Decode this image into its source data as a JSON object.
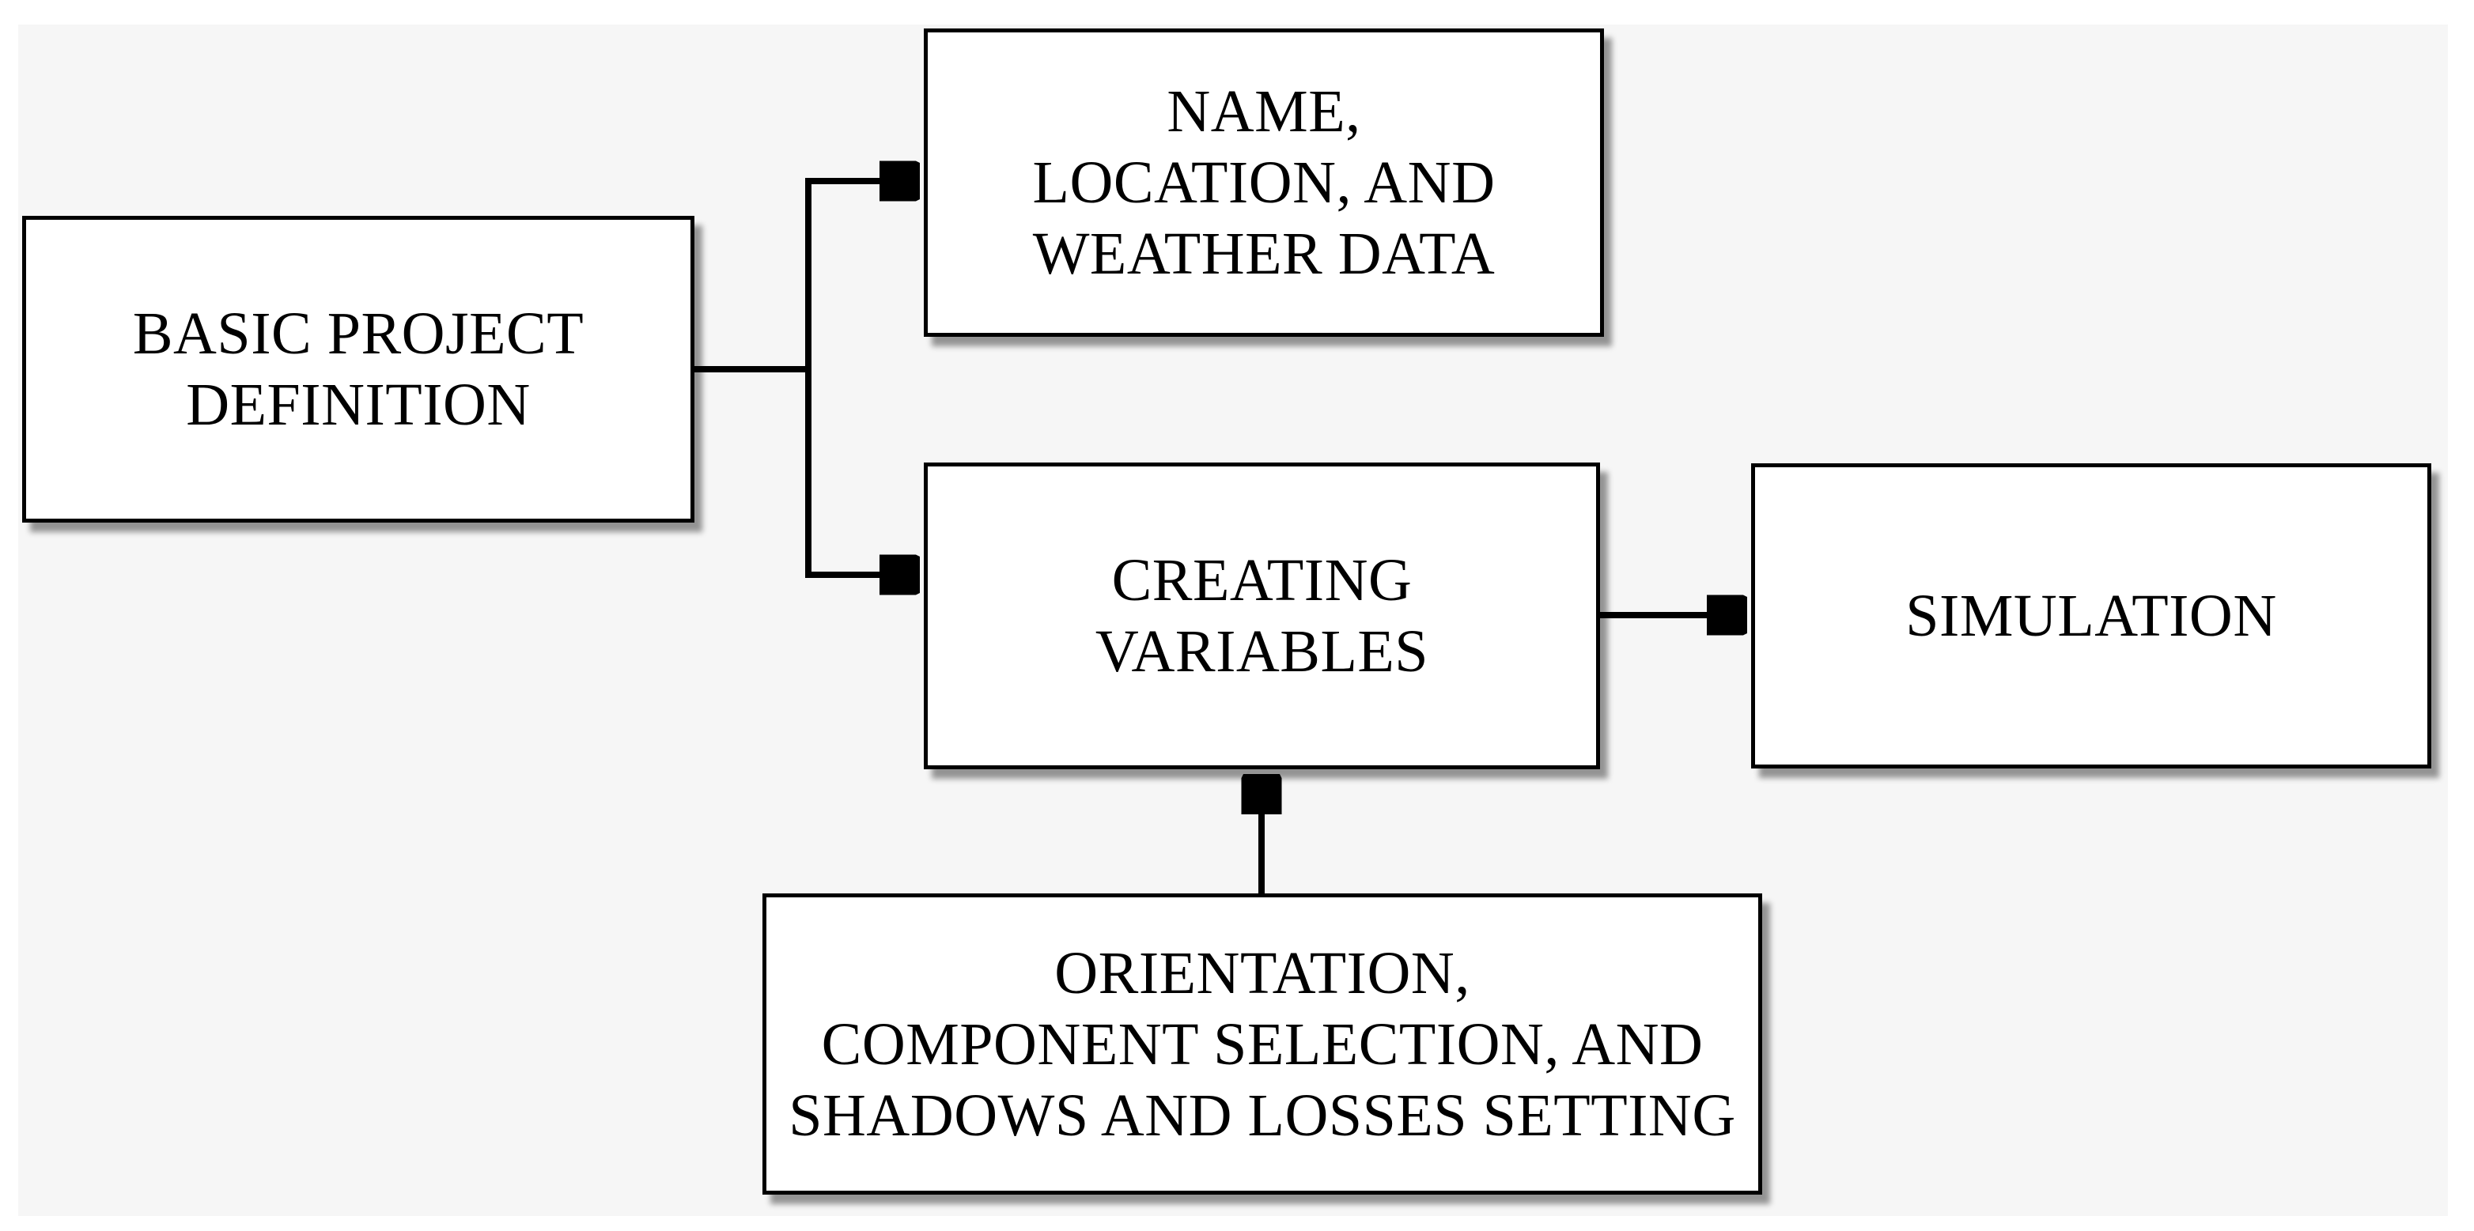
{
  "colors": {
    "page": "#ffffff",
    "panel": "#f6f6f6",
    "boxfill": "#ffffff",
    "ink": "#000000"
  },
  "diagram": {
    "type": "flowchart",
    "nodes": {
      "basic": {
        "lines": [
          "BASIC PROJECT",
          "DEFINITION"
        ]
      },
      "name": {
        "lines": [
          "NAME,",
          "LOCATION, AND",
          "WEATHER DATA"
        ]
      },
      "creating": {
        "lines": [
          "CREATING",
          "VARIABLES"
        ]
      },
      "simulation": {
        "lines": [
          "SIMULATION"
        ]
      },
      "orientation": {
        "lines": [
          "ORIENTATION,",
          "COMPONENT SELECTION, AND",
          "SHADOWS AND LOSSES SETTING"
        ]
      }
    },
    "edges": [
      {
        "from": "basic",
        "to": "name",
        "style": "elbow-arrow"
      },
      {
        "from": "basic",
        "to": "creating",
        "style": "elbow-arrow"
      },
      {
        "from": "creating",
        "to": "simulation",
        "style": "straight-arrow"
      },
      {
        "from": "orientation",
        "to": "creating",
        "style": "straight-arrow-up"
      }
    ]
  }
}
